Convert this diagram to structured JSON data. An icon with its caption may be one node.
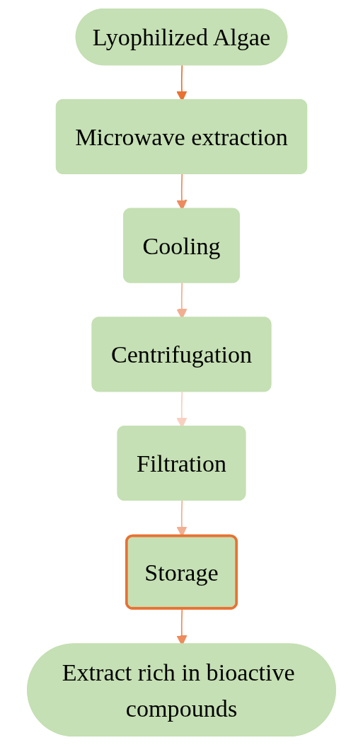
{
  "diagram": {
    "nodes": [
      {
        "text": [
          "Lyophilized Algae"
        ]
      },
      {
        "text": [
          "Microwave extraction"
        ]
      },
      {
        "text": [
          "Cooling"
        ]
      },
      {
        "text": [
          "Centrifugation"
        ]
      },
      {
        "text": [
          "Filtration"
        ]
      },
      {
        "text": [
          "Storage"
        ]
      },
      {
        "text": [
          "Extract rich in bioactive compounds"
        ]
      }
    ],
    "edges": [
      {
        "from": 0,
        "to": 1,
        "arrow": "to",
        "color": "#e97132"
      },
      {
        "from": 1,
        "to": 2,
        "arrow": "to",
        "color": "#ed8b5c"
      },
      {
        "from": 2,
        "to": 3,
        "arrow": "to",
        "color": "#f2ae90"
      },
      {
        "from": 3,
        "to": 4,
        "arrow": "to",
        "color": "#f8d0c0"
      },
      {
        "from": 4,
        "to": 5,
        "arrow": "to",
        "color": "#f2ae90"
      },
      {
        "from": 5,
        "to": 6,
        "arrow": "to",
        "color": "#ed8b5c"
      }
    ]
  }
}
